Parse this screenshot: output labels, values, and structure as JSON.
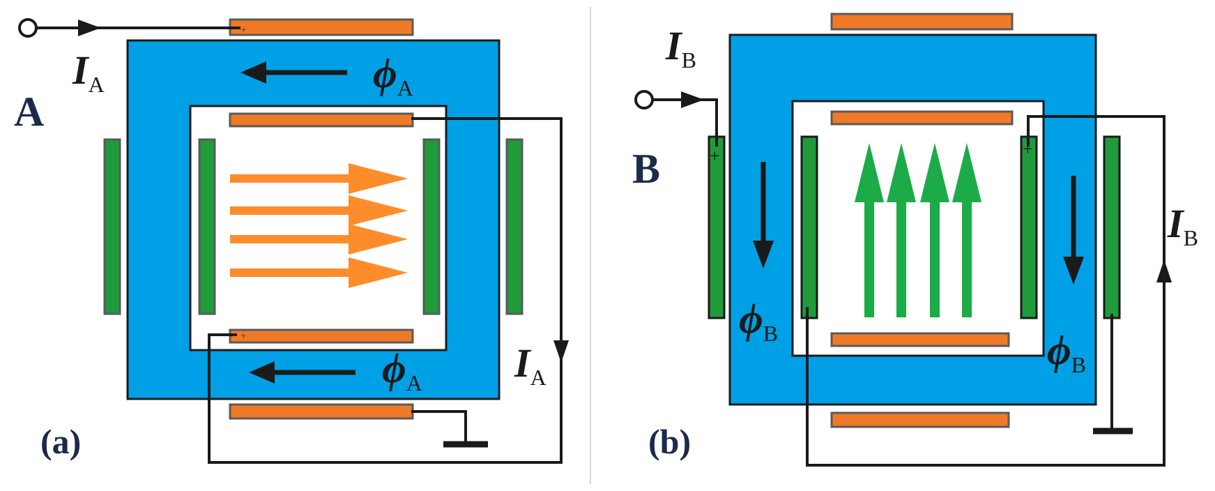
{
  "panel_a": {
    "label": "A",
    "caption": "(a)",
    "current_symbol": "I",
    "current_sub": "A",
    "flux_symbol": "ϕ",
    "flux_sub": "A"
  },
  "panel_b": {
    "label": "B",
    "caption": "(b)",
    "current_symbol": "I",
    "current_sub": "B",
    "flux_symbol": "ϕ",
    "flux_sub": "B"
  },
  "colors": {
    "core": "#00a0e6",
    "orange_plate": "#f07a28",
    "green_plate": "#1f9b3c",
    "field_arrow_a": "#ff8c2a",
    "field_arrow_b": "#1bab48",
    "wire": "#1a1a1a",
    "label_text": "#1c2a4a"
  }
}
